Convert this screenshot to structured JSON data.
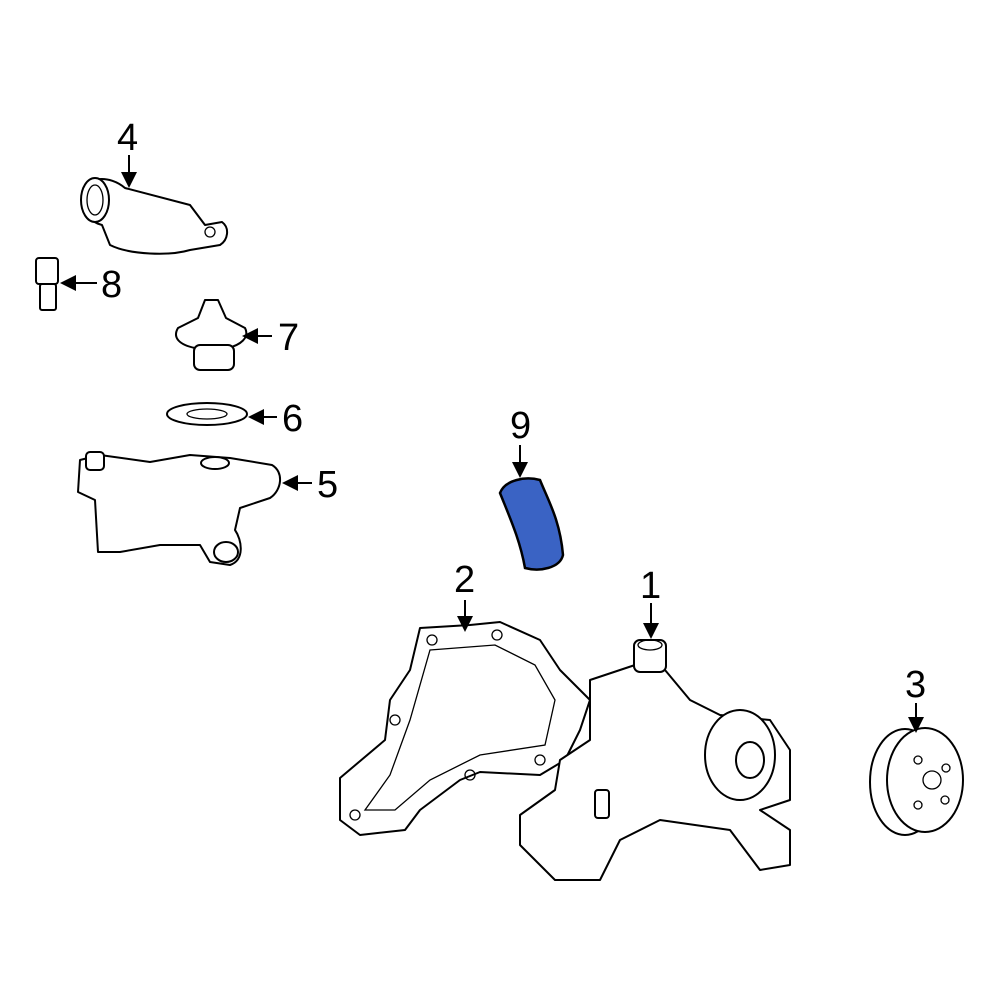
{
  "diagram": {
    "callouts": [
      {
        "id": "1",
        "label": "1"
      },
      {
        "id": "2",
        "label": "2"
      },
      {
        "id": "3",
        "label": "3"
      },
      {
        "id": "4",
        "label": "4"
      },
      {
        "id": "5",
        "label": "5"
      },
      {
        "id": "6",
        "label": "6"
      },
      {
        "id": "7",
        "label": "7"
      },
      {
        "id": "8",
        "label": "8"
      },
      {
        "id": "9",
        "label": "9"
      }
    ],
    "highlight_color": "#3a63c4"
  }
}
